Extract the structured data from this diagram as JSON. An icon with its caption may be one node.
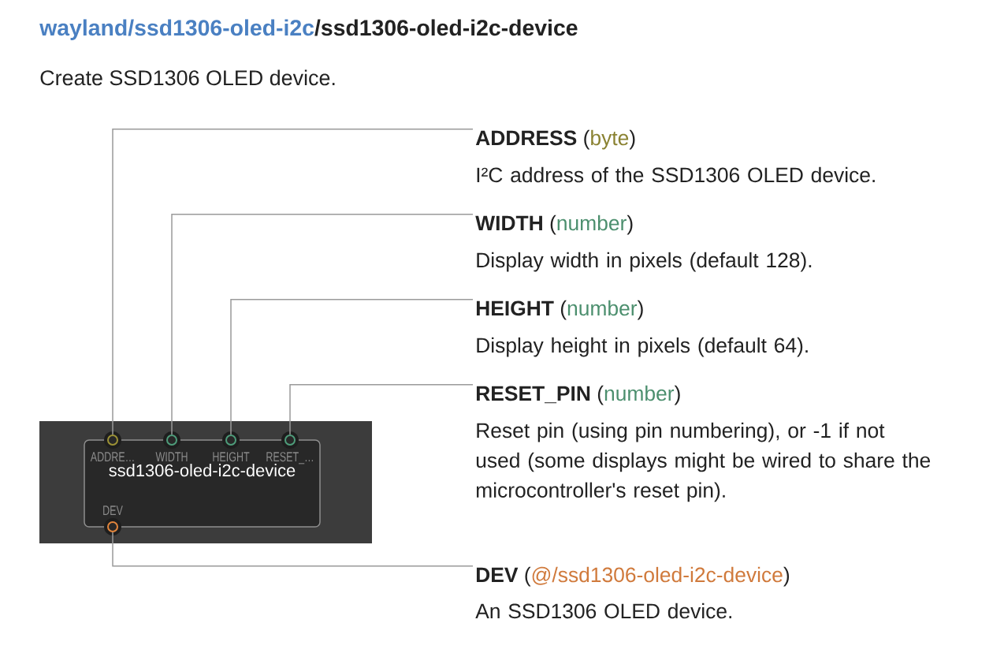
{
  "diagram": {
    "title": "wayland/ssd1306-oled-i2c/ssd1306-oled-i2c-device",
    "nodes": [
      {
        "text": [
          "ssd1306-oled-i2c-device"
        ]
      },
      {
        "text": [],
        "shape": "circle",
        "beside": [
          "ADDRE…"
        ]
      },
      {
        "text": [],
        "shape": "circle",
        "beside": [
          "WIDTH"
        ]
      },
      {
        "text": [],
        "shape": "circle",
        "beside": [
          "HEIGHT"
        ]
      },
      {
        "text": [],
        "shape": "circle",
        "beside": [
          "RESET_…"
        ]
      },
      {
        "text": [],
        "shape": "circle",
        "beside": [
          "DEV"
        ]
      },
      {
        "text": [
          "**ADDRESS** (byte)",
          "I²C address of the SSD1306 OLED device."
        ]
      },
      {
        "text": [
          "**WIDTH** (number)",
          "Display width in pixels (default 128)."
        ]
      },
      {
        "text": [
          "**HEIGHT** (number)",
          "Display height in pixels (default 64)."
        ]
      },
      {
        "text": [
          "**RESET_PIN** (number)",
          "Reset pin (using pin numbering), or -1 if not used (some displays might be wired to share the microcontroller's reset pin)."
        ]
      },
      {
        "text": [
          "**DEV** (@/ssd1306-oled-i2c-device)",
          "An SSD1306 OLED device."
        ]
      }
    ],
    "edges": [
      {
        "from": 1,
        "to": 6,
        "arrow": "none"
      },
      {
        "from": 2,
        "to": 7,
        "arrow": "none"
      },
      {
        "from": 3,
        "to": 8,
        "arrow": "none"
      },
      {
        "from": 4,
        "to": 9,
        "arrow": "none"
      },
      {
        "from": 5,
        "to": 10,
        "arrow": "none"
      }
    ],
    "labels": [
      "Create SSD1306 OLED device."
    ]
  }
}
